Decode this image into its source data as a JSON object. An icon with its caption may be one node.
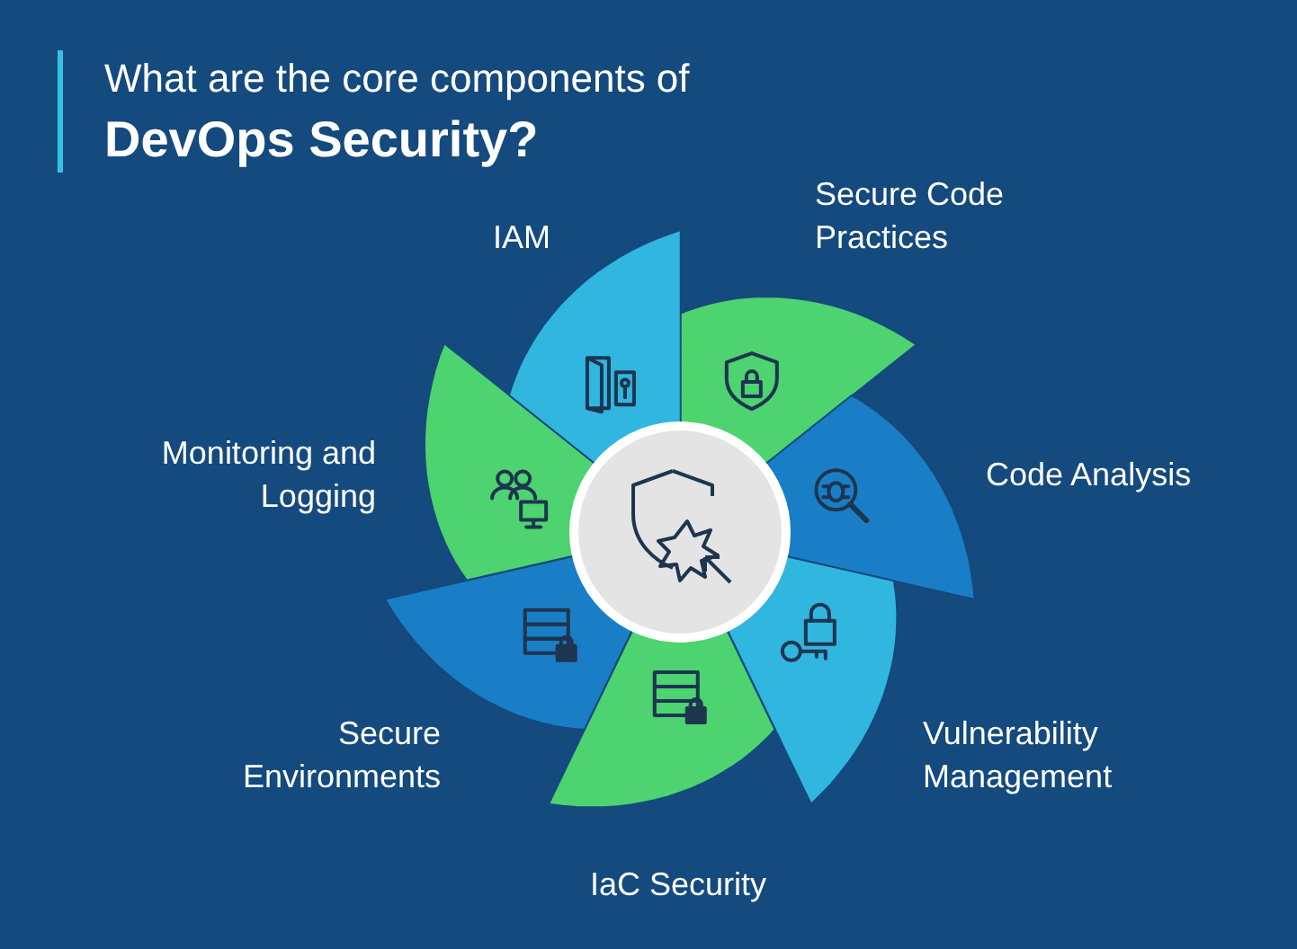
{
  "diagram": {
    "title": "What are the core components of **DevOps Security?**",
    "nodes": [
      {
        "text": [
          "Secure Code Practices"
        ]
      },
      {
        "text": [
          "Code Analysis"
        ]
      },
      {
        "text": [
          "Vulnerability Management"
        ]
      },
      {
        "text": [
          "IaC Security"
        ]
      },
      {
        "text": [
          "Secure Environments"
        ]
      },
      {
        "text": [
          "Monitoring and Logging"
        ]
      },
      {
        "text": [
          "IAM"
        ]
      },
      {
        "text": [],
        "shape": "circle"
      }
    ],
    "edges": []
  }
}
